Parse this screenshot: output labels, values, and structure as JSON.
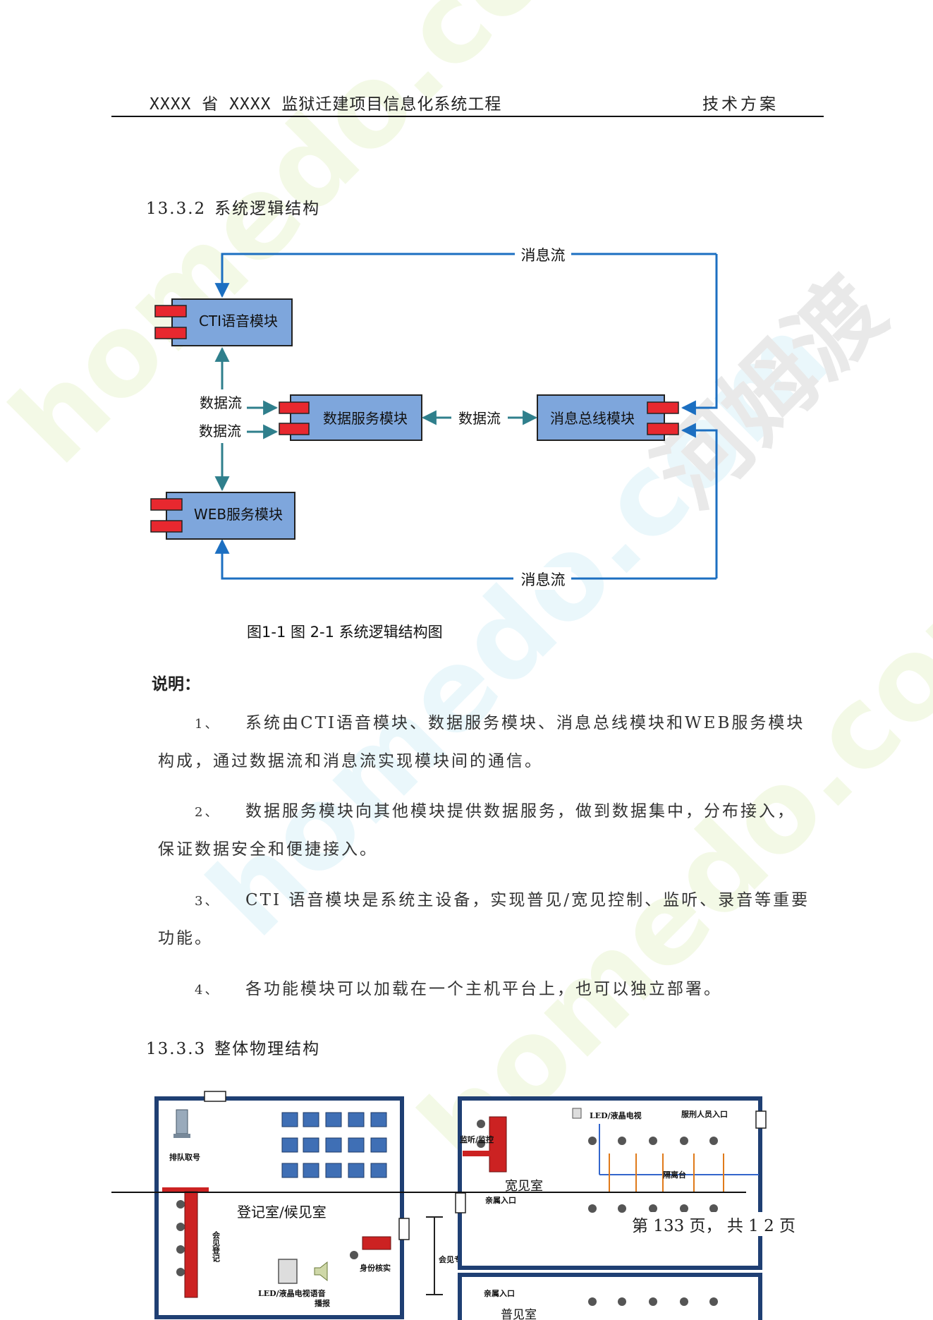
{
  "header": {
    "title": "XXXX 省 XXXX 监狱迁建项目信息化系统工程",
    "right": "技术方案"
  },
  "section_1": {
    "number": "13.3.2",
    "title": "系统逻辑结构"
  },
  "diagram_1": {
    "modules": {
      "cti": "CTI语音模块",
      "data_service": "数据服务模块",
      "message_bus": "消息总线模块",
      "web_service": "WEB服务模块"
    },
    "flows": {
      "message_top": "消息流",
      "message_bottom": "消息流",
      "data_upper": "数据流",
      "data_lower": "数据流",
      "data_middle": "数据流"
    },
    "caption": "图1-1  图 2-1 系统逻辑结构图",
    "colors": {
      "module_fill": "#7ea6dc",
      "port_fill": "#e8282f",
      "arrow_blue": "#1c6fc1",
      "arrow_teal": "#2f7f8c"
    }
  },
  "notes": {
    "label": "说明：",
    "items": [
      {
        "num": "1、",
        "first": "系统由CTI语音模块、数据服务模块、消息总线模块和WEB服务模块",
        "rest": "构成，通过数据流和消息流实现模块间的通信。"
      },
      {
        "num": "2、",
        "first": "数据服务模块向其他模块提供数据服务，做到数据集中，分布接入，",
        "rest": "保证数据安全和便捷接入。"
      },
      {
        "num": "3、",
        "first": "CTI 语音模块是系统主设备，实现普见/宽见控制、监听、录音等重要",
        "rest": "功能。"
      },
      {
        "num": "4、",
        "first": "各功能模块可以加载在一个主机平台上，也可以独立部署。",
        "rest": ""
      }
    ]
  },
  "section_2": {
    "number": "13.3.3",
    "title": "整体物理结构"
  },
  "floorplan": {
    "queue": "排队取号",
    "register_room": "登记室/候见室",
    "register_vertical": "会见登记",
    "led_tv_left": "LED/液晶电视语音",
    "broadcast": "播报",
    "id_check": "身份核实",
    "channel": "会见专用通道",
    "monitor": "监听/监控",
    "led_tv_right": "LED/液晶电视",
    "staff_entry": "服刑人员入口",
    "separator": "隔离台",
    "wide_room": "宽见室",
    "family_entry_1": "亲属入口",
    "family_entry_2": "亲属入口",
    "common_room": "普见室"
  },
  "footer": {
    "page_text": "第 133 页， 共 1 2 页"
  },
  "watermarks": {
    "site": "homedo.com",
    "brand": "河姆渡"
  }
}
